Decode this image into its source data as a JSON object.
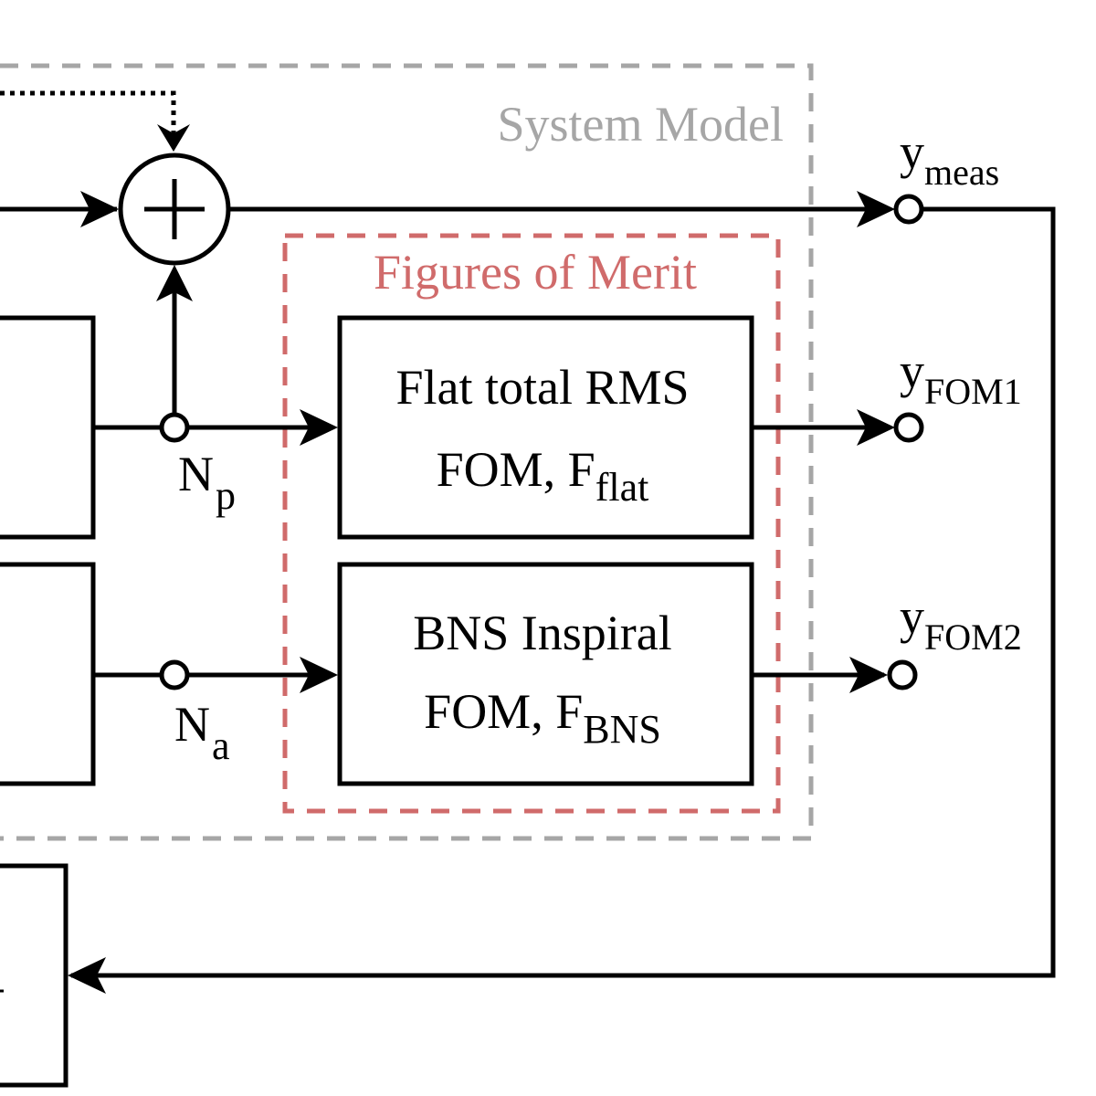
{
  "groups": {
    "system_model": {
      "title": "System Model",
      "color": "#a6a6a6"
    },
    "figures_of_merit": {
      "title": "Figures of Merit",
      "color": "#d06b6b"
    }
  },
  "blocks": {
    "flat_fom": {
      "line1": "Flat total RMS",
      "line2_main": "FOM, F",
      "line2_sub": "flat"
    },
    "bns_fom": {
      "line1": "BNS Inspiral",
      "line2_main": "FOM, F",
      "line2_sub": "BNS"
    }
  },
  "sum_junction": {
    "symbol": "+"
  },
  "signals": {
    "np": {
      "main": "N",
      "sub": "p"
    },
    "na": {
      "main": "N",
      "sub": "a"
    }
  },
  "outputs": {
    "y_meas": {
      "main": "y",
      "sub": "meas"
    },
    "y_fom1": {
      "main": "y",
      "sub": "FOM1"
    },
    "y_fom2": {
      "main": "y",
      "sub": "FOM2"
    }
  }
}
